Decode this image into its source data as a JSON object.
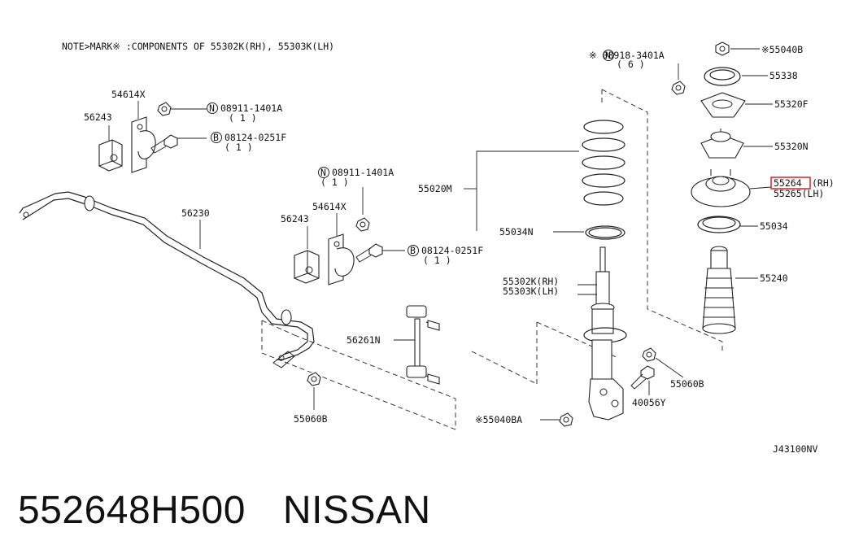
{
  "note": "NOTE>MARK※ :COMPONENTS OF    55302K(RH), 55303K(LH)",
  "drawing_code": "J43100NV",
  "caption": {
    "part_number": "552648H500",
    "brand": "NISSAN"
  },
  "highlight_color": "#e02020",
  "labels": {
    "l54614x_a": "54614X",
    "l56243_a": "56243",
    "n08911_a": "08911-1401A",
    "n08911_a_qty": "( 1 )",
    "b08124_a": "08124-0251F",
    "b08124_a_qty": "( 1 )",
    "l56230": "56230",
    "n08911_b": "08911-1401A",
    "n08911_b_qty": "( 1 )",
    "l54614x_b": "54614X",
    "l56243_b": "56243",
    "b08124_b": "08124-0251F",
    "b08124_b_qty": "( 1 )",
    "l56261n": "56261N",
    "l55060b_left": "55060B",
    "l55020m": "55020M",
    "l55034n": "55034N",
    "l55302k": "55302K(RH)",
    "l55303k": "55303K(LH)",
    "n08918": "※ 08918-3401A",
    "n08918_qty": "( 6 )",
    "l55040b": "※55040B",
    "l55338": "55338",
    "l55320f": "55320F",
    "l55320n": "55320N",
    "l55264": "55264",
    "l55264_suffix": "(RH)",
    "l55265": "55265(LH)",
    "l55034": "55034",
    "l55240": "55240",
    "l55060b_right": "55060B",
    "l40056y": "40056Y",
    "l55040ba": "※55040BA",
    "circle_n": "N",
    "circle_b": "B"
  }
}
